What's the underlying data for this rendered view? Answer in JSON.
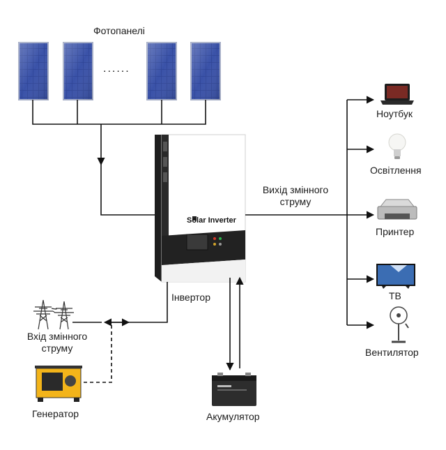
{
  "labels": {
    "solar_panels": "Фотопанелі",
    "panel_dots": "......",
    "inverter": "Інвертор",
    "ac_output": "Вихід змінного струму",
    "ac_input": "Вхід змінного струму",
    "generator": "Генератор",
    "battery": "Акумулятор"
  },
  "inverter_brand": "Solar Inverter",
  "loads": [
    {
      "label": "Ноутбук",
      "icon": "laptop-icon"
    },
    {
      "label": "Освітлення",
      "icon": "light-bulb-icon"
    },
    {
      "label": "Принтер",
      "icon": "printer-icon"
    },
    {
      "label": "ТВ",
      "icon": "tv-icon"
    },
    {
      "label": "Вентилятор",
      "icon": "fan-icon"
    }
  ],
  "colors": {
    "line": "#111111",
    "inverter_body": "#ffffff",
    "inverter_panel": "#222222",
    "panel_cell": "#2c3f8f"
  }
}
